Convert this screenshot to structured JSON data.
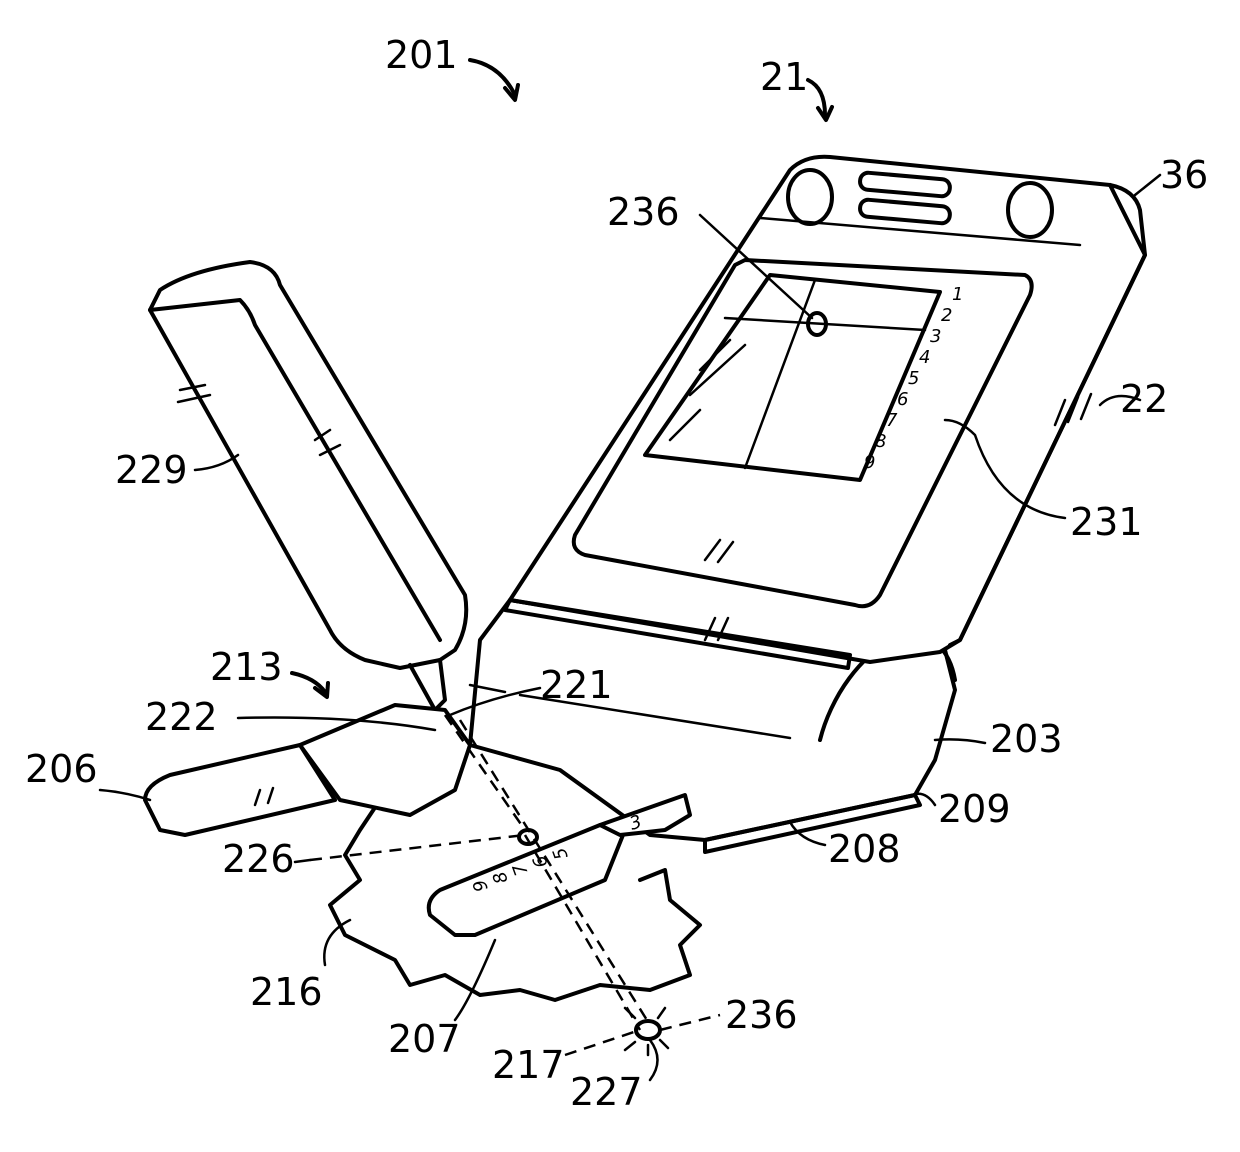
{
  "figure": {
    "references": [
      {
        "id": "ref-201",
        "text": "201"
      },
      {
        "id": "ref-21",
        "text": "21"
      },
      {
        "id": "ref-36",
        "text": "36"
      },
      {
        "id": "ref-236-top",
        "text": "236"
      },
      {
        "id": "ref-22",
        "text": "22"
      },
      {
        "id": "ref-229",
        "text": "229"
      },
      {
        "id": "ref-231",
        "text": "231"
      },
      {
        "id": "ref-213",
        "text": "213"
      },
      {
        "id": "ref-221",
        "text": "221"
      },
      {
        "id": "ref-222",
        "text": "222"
      },
      {
        "id": "ref-203",
        "text": "203"
      },
      {
        "id": "ref-206",
        "text": "206"
      },
      {
        "id": "ref-209",
        "text": "209"
      },
      {
        "id": "ref-226",
        "text": "226"
      },
      {
        "id": "ref-208",
        "text": "208"
      },
      {
        "id": "ref-216",
        "text": "216"
      },
      {
        "id": "ref-236-bottom",
        "text": "236"
      },
      {
        "id": "ref-207",
        "text": "207"
      },
      {
        "id": "ref-217",
        "text": "217"
      },
      {
        "id": "ref-227",
        "text": "227"
      }
    ],
    "screen_scale": [
      "1",
      "2",
      "3",
      "4",
      "5",
      "6",
      "7",
      "8",
      "9"
    ],
    "slider_scale": [
      "5",
      "6",
      "7",
      "8",
      "9"
    ],
    "slider_tab_label": "3"
  }
}
